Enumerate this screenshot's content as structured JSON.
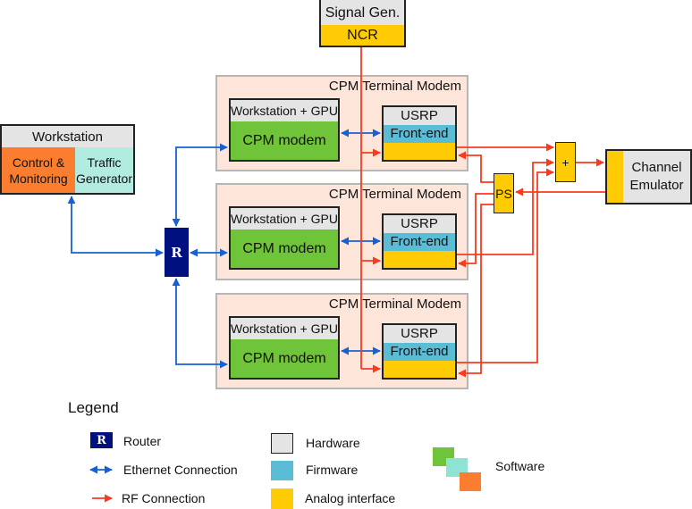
{
  "signal_gen": {
    "title": "Signal Gen.",
    "sub": "NCR"
  },
  "workstation": {
    "title": "Workstation",
    "control": "Control & Monitoring",
    "traffic": "Traffic Generator"
  },
  "router": {
    "label": "R"
  },
  "terminals": [
    {
      "title": "CPM Terminal Modem",
      "ws_title": "Workstation + GPU",
      "modem": "CPM modem",
      "usrp": "USRP",
      "frontend": "Front-end"
    },
    {
      "title": "CPM Terminal Modem",
      "ws_title": "Workstation + GPU",
      "modem": "CPM modem",
      "usrp": "USRP",
      "frontend": "Front-end"
    },
    {
      "title": "CPM Terminal Modem",
      "ws_title": "Workstation + GPU",
      "modem": "CPM modem",
      "usrp": "USRP",
      "frontend": "Front-end"
    }
  ],
  "ps": {
    "label": "PS"
  },
  "combiner": {
    "label": "+"
  },
  "channel_emulator": {
    "label": "Channel Emulator"
  },
  "legend": {
    "title": "Legend",
    "router": "Router",
    "ethernet": "Ethernet Connection",
    "rf": "RF Connection",
    "hardware": "Hardware",
    "firmware": "Firmware",
    "analog": "Analog interface",
    "software": "Software",
    "router_glyph": "R"
  },
  "colors": {
    "ethernet": "#1560d4",
    "rf": "#f93a1f",
    "router": "#00107f",
    "hardware": "#e4e4e4",
    "firmware": "#5bbcd6",
    "analog": "#ffcb05",
    "software_green": "#6fc43a",
    "software_teal": "#b2ebe0",
    "software_orange": "#fb7d30",
    "terminal_bg": "#fde5da"
  }
}
